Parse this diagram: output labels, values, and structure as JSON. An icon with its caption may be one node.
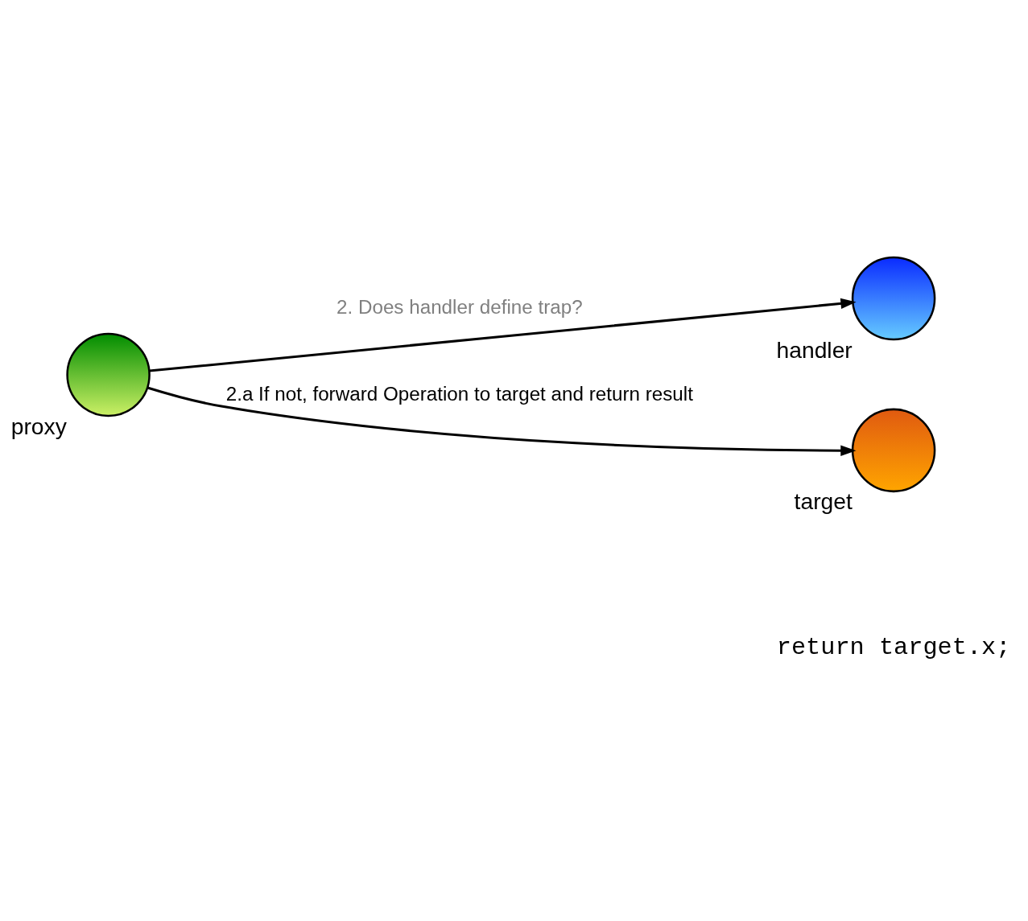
{
  "diagram": {
    "nodes": [
      {
        "text": [
          "handler"
        ]
      },
      {
        "text": [
          "proxy"
        ]
      },
      {
        "text": [
          "target"
        ]
      }
    ],
    "edges": [
      {
        "from": 1,
        "to": 0,
        "arrow": "to",
        "label": "2. Does handler define trap?"
      },
      {
        "from": 1,
        "to": 2,
        "arrow": "to",
        "label": "2.a If not, forward Operation to target and return result"
      }
    ],
    "labels": [
      "return target.x;"
    ]
  }
}
